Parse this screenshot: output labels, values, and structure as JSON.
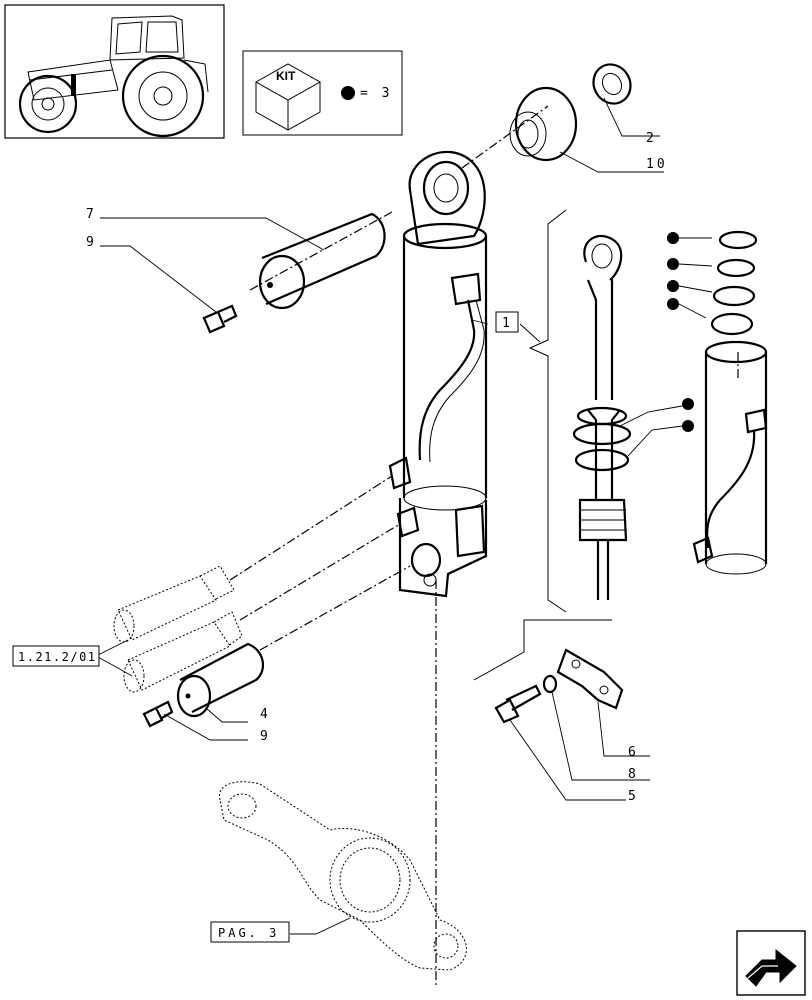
{
  "kit_box": {
    "kit_label": "KIT",
    "equation": "= 3"
  },
  "part_labels": {
    "p2": "2",
    "p10": "10",
    "p7": "7",
    "p9_top": "9",
    "p1": "1",
    "p4": "4",
    "p9_bottom": "9",
    "p6": "6",
    "p8": "8",
    "p5": "5"
  },
  "references": {
    "ref_121": "1.21.2/01",
    "ref_pag3": "PAG. 3"
  },
  "icons": {
    "thumbnail": "tractor-icon",
    "kit": "kit-box-icon",
    "nav": "next-page-arrow-icon"
  }
}
